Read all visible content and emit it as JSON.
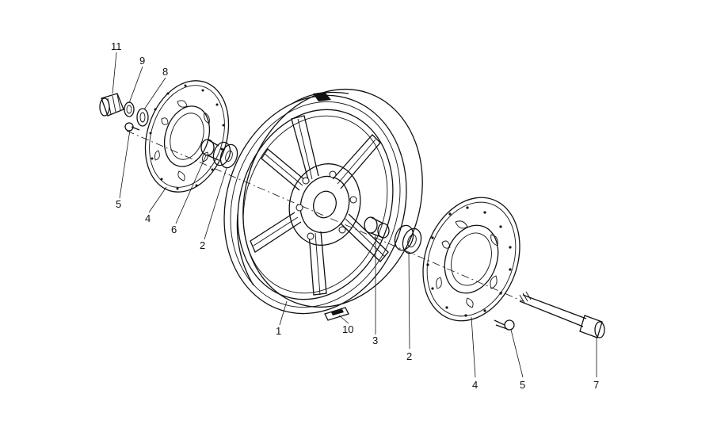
{
  "callouts": [
    "1",
    "2",
    "2",
    "3",
    "4",
    "4",
    "5",
    "5",
    "6",
    "7",
    "8",
    "9",
    "10",
    "11"
  ]
}
